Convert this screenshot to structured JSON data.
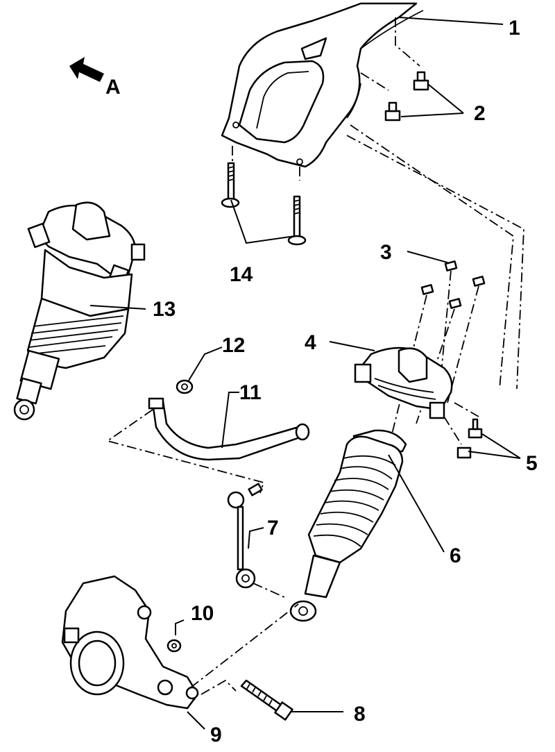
{
  "view_arrow_label": "A",
  "callouts": [
    {
      "id": "c1",
      "text": "1"
    },
    {
      "id": "c2",
      "text": "2"
    },
    {
      "id": "c3",
      "text": "3"
    },
    {
      "id": "c4",
      "text": "4"
    },
    {
      "id": "c5",
      "text": "5"
    },
    {
      "id": "c6",
      "text": "6"
    },
    {
      "id": "c7",
      "text": "7"
    },
    {
      "id": "c8",
      "text": "8"
    },
    {
      "id": "c9",
      "text": "9"
    },
    {
      "id": "c10",
      "text": "10"
    },
    {
      "id": "c11",
      "text": "11"
    },
    {
      "id": "c12",
      "text": "12"
    },
    {
      "id": "c13",
      "text": "13"
    },
    {
      "id": "c14",
      "text": "14"
    }
  ]
}
